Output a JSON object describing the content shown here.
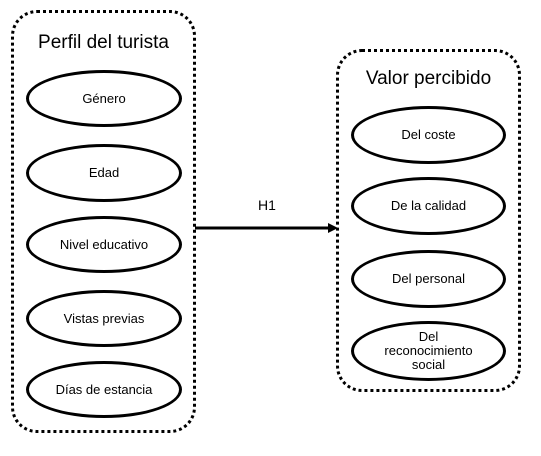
{
  "groups": {
    "perfil": {
      "title": "Perfil del turista",
      "items": [
        "Género",
        "Edad",
        "Nivel educativo",
        "Vistas previas",
        "Días de estancia"
      ]
    },
    "valor": {
      "title": "Valor percibido",
      "items": [
        "Del coste",
        "De la calidad",
        "Del personal",
        "Del reconocimiento social"
      ]
    }
  },
  "relation": {
    "label": "H1",
    "from": "Perfil del turista",
    "to": "Valor percibido"
  }
}
